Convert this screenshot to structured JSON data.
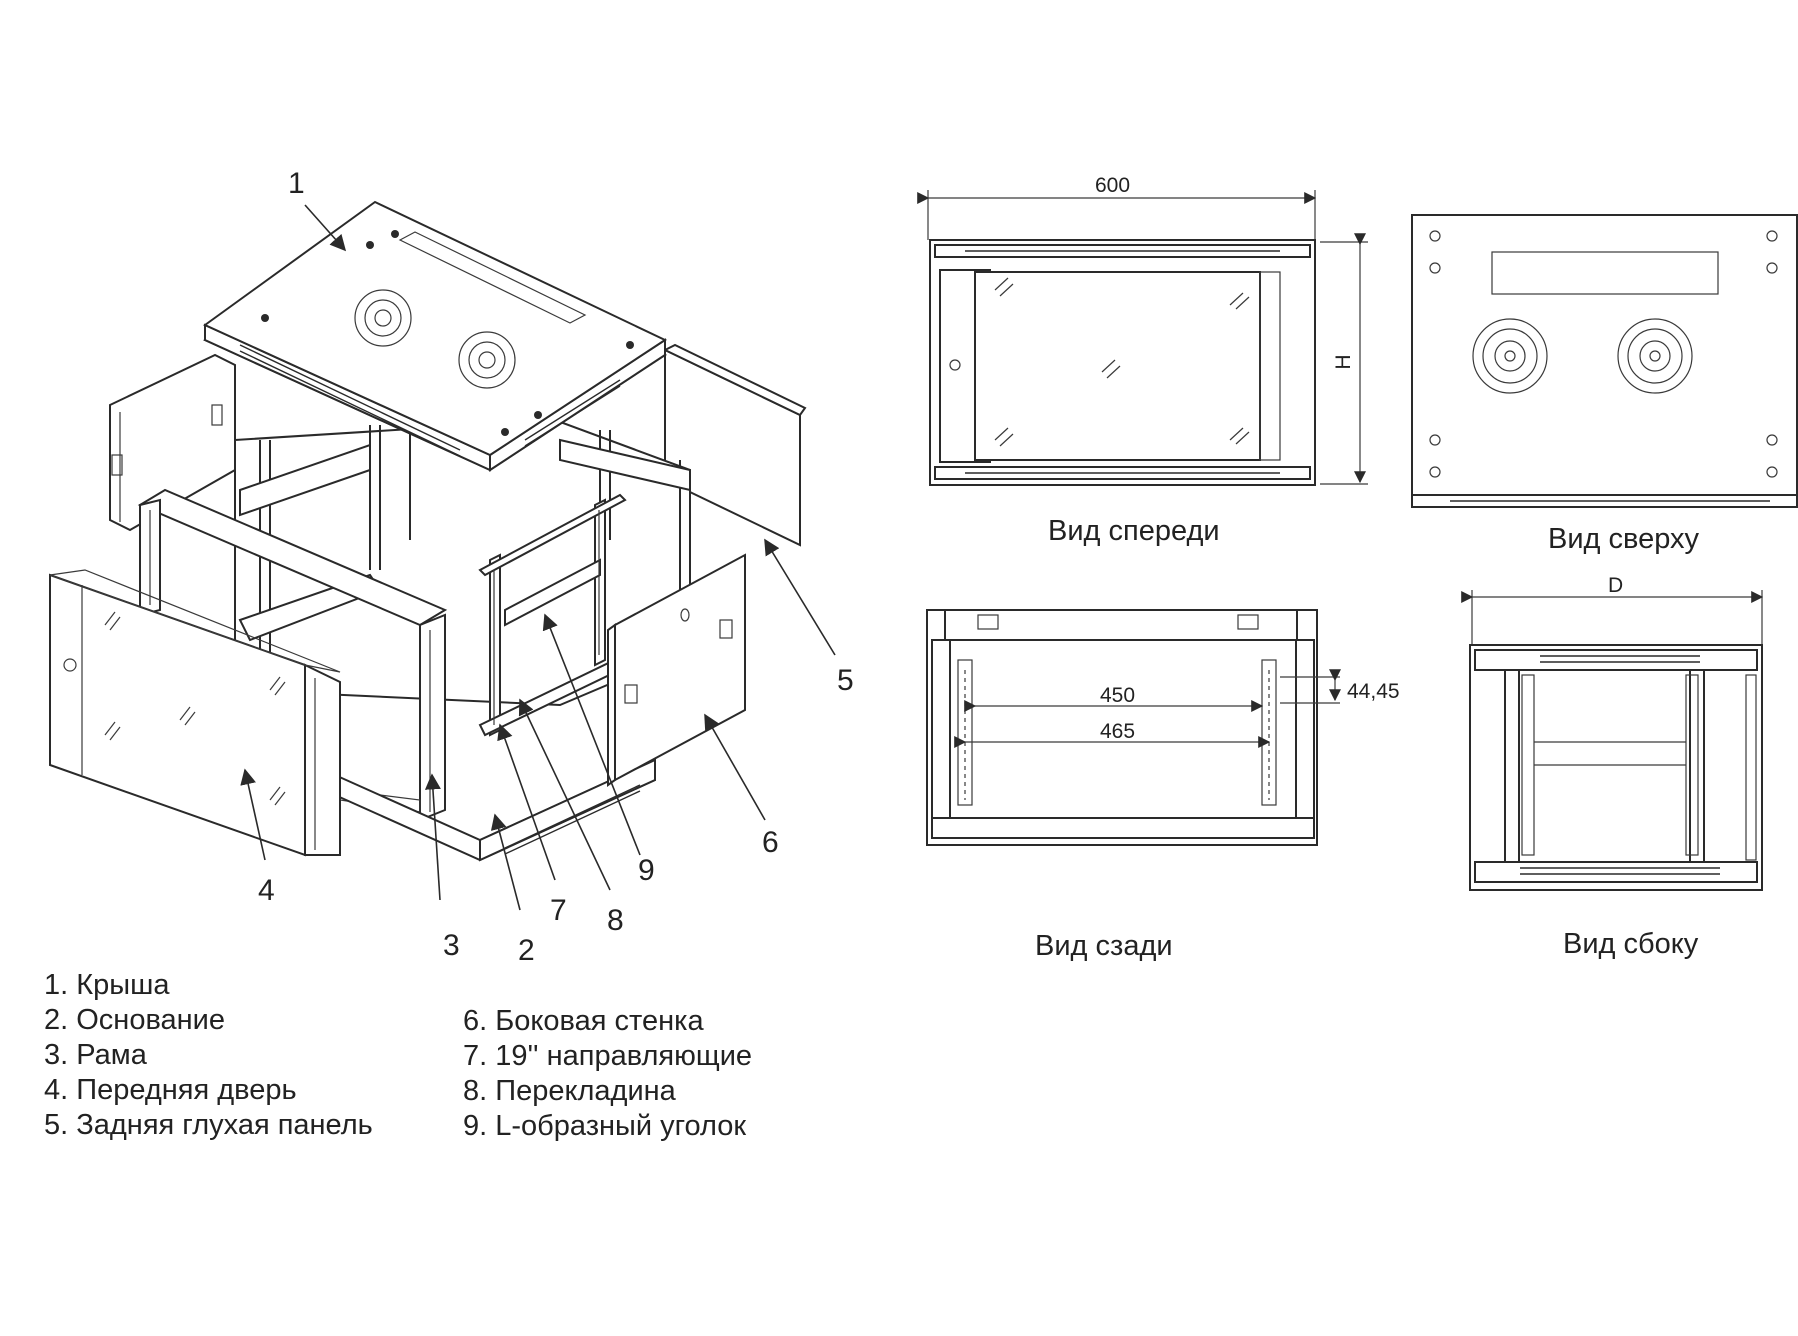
{
  "callouts": [
    "1",
    "2",
    "3",
    "4",
    "5",
    "6",
    "7",
    "8",
    "9"
  ],
  "views": {
    "front": "Вид спереди",
    "top": "Вид сверху",
    "rear": "Вид сзади",
    "side": "Вид сбоку"
  },
  "dimensions": {
    "width": "600",
    "height": "H",
    "depth": "D",
    "unit_pitch": "44,45",
    "rail_inner": "450",
    "rail_outer": "465"
  },
  "legend": {
    "left": [
      "1. Крыша",
      "2. Основание",
      "3. Рама",
      "4. Передняя дверь",
      "5. Задняя глухая панель"
    ],
    "right": [
      "6. Боковая стенка",
      "7. 19'' направляющие",
      "8. Перекладина",
      "9. L-образный уголок"
    ]
  }
}
